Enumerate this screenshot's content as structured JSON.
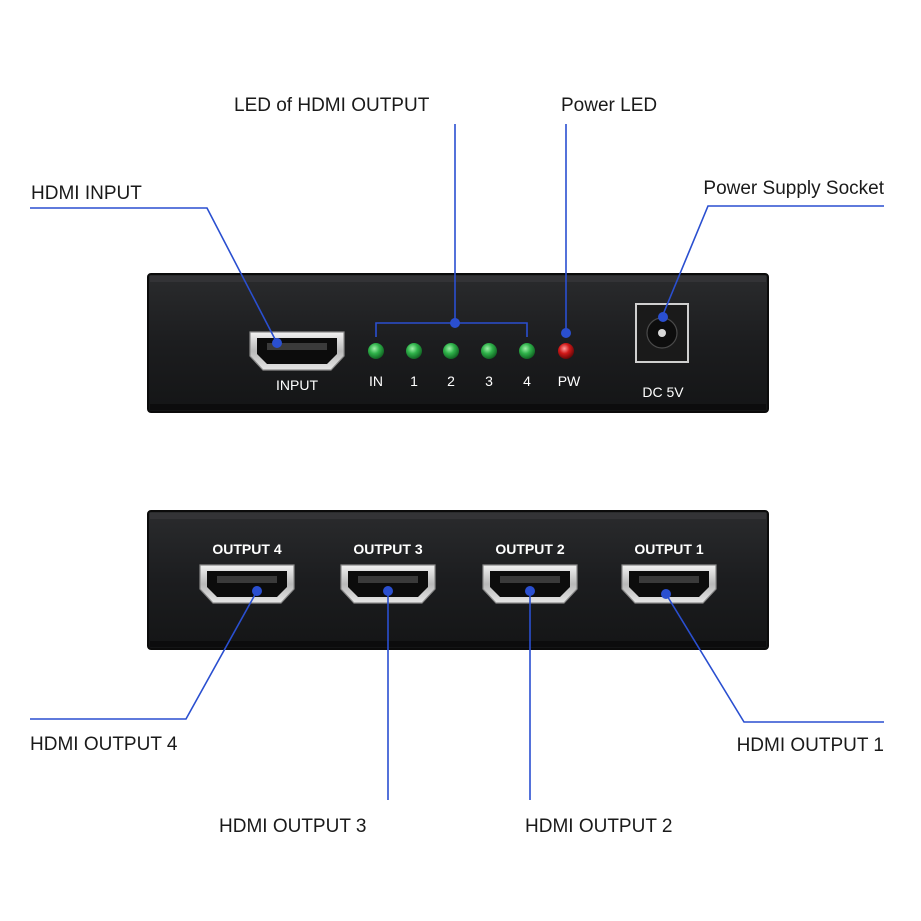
{
  "callouts": {
    "hdmi_input": "HDMI INPUT",
    "led_output": "LED of HDMI OUTPUT",
    "power_led": "Power LED",
    "power_socket": "Power Supply Socket",
    "hdmi_output_4": "HDMI OUTPUT 4",
    "hdmi_output_3": "HDMI OUTPUT 3",
    "hdmi_output_2": "HDMI OUTPUT 2",
    "hdmi_output_1": "HDMI OUTPUT 1"
  },
  "front_panel": {
    "input_port_label": "INPUT",
    "led_labels": [
      "IN",
      "1",
      "2",
      "3",
      "4"
    ],
    "power_led_label": "PW",
    "dc_label": "DC 5V"
  },
  "back_panel": {
    "port_labels": [
      "OUTPUT 4",
      "OUTPUT 3",
      "OUTPUT 2",
      "OUTPUT 1"
    ]
  },
  "colors": {
    "leader_line": "#2a4fd0",
    "led_green": "#2fb24a",
    "led_red": "#d01818",
    "device_body": "#1e1f21"
  }
}
